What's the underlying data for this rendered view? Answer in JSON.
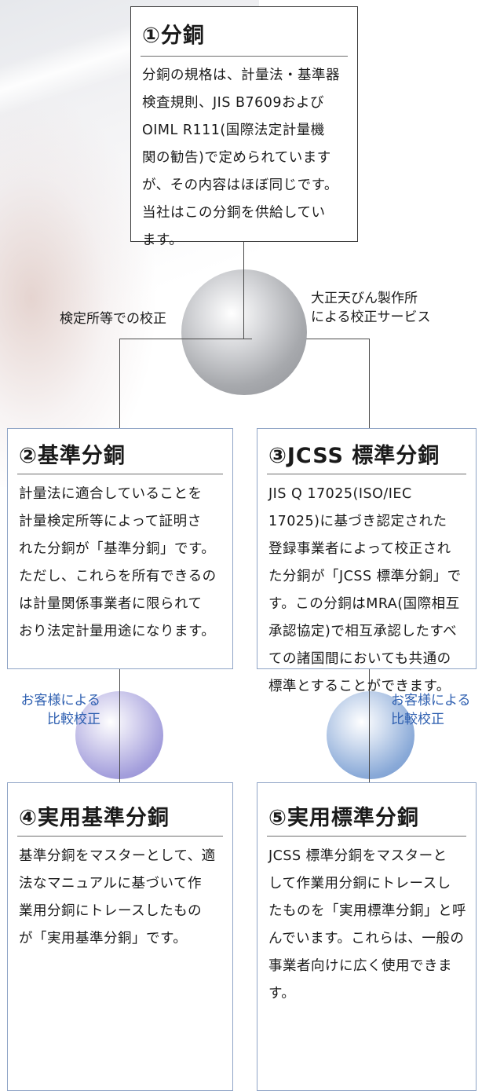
{
  "box1": {
    "title": "①分銅",
    "text": "分銅の規格は、計量法・基準器\n検査規則、JIS B7609および\nOIML R111(国際法定計量機\n関の勧告)で定められています\nが、その内容はほぼ同じです。\n当社はこの分銅を供給してい\nます。"
  },
  "center_left_label": "検定所等での校正",
  "center_right_label": "大正天びん製作所\nによる校正サービス",
  "box2": {
    "title": "②基準分銅",
    "text": "計量法に適合していることを\n計量検定所等によって証明さ\nれた分銅が「基準分銅」です。\nただし、これらを所有できるの\nは計量関係事業者に限られて\nおり法定計量用途になります。"
  },
  "box3": {
    "title": "③JCSS 標準分銅",
    "text": "JIS Q 17025(ISO/IEC\n17025)に基づき認定された\n登録事業者によって校正され\nた分銅が「JCSS 標準分銅」で\nす。この分銅はMRA(国際相互\n承認協定)で相互承認したすべ\nての諸国間においても共通の\n標準とすることができます。"
  },
  "left_customer_label": "お客様による\n比較校正",
  "right_customer_label": "お客様による\n比較校正",
  "box4": {
    "title": "④実用基準分銅",
    "text": "基準分銅をマスターとして、適\n法なマニュアルに基づいて作\n業用分銅にトレースしたもの\nが「実用基準分銅」です。"
  },
  "box5": {
    "title": "⑤実用標準分銅",
    "text": "JCSS 標準分銅をマスターと\nして作業用分銅にトレースし\nたものを「実用標準分銅」と呼\nんでいます。これらは、一般の\n事業者向けに広く使用できま\nす。"
  },
  "colors": {
    "box_border_dark": "#3b3b3b",
    "box_border_blue": "#8fa4c6",
    "customer_label_blue": "#2e5fb0"
  }
}
